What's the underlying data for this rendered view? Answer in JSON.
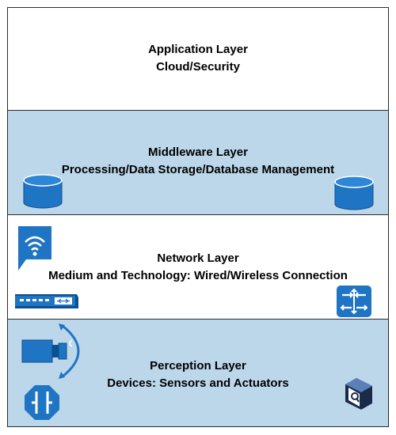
{
  "layers": [
    {
      "title": "Application Layer",
      "subtitle": "Cloud/Security"
    },
    {
      "title": "Middleware Layer",
      "subtitle": "Processing/Data Storage/Database Management"
    },
    {
      "title": "Network Layer",
      "subtitle": "Medium and Technology: Wired/Wireless Connection"
    },
    {
      "title": "Perception Layer",
      "subtitle": "Devices: Sensors and Actuators"
    }
  ],
  "colors": {
    "layer_fill": "#bcd7ea",
    "icon_blue": "#1f75c4",
    "icon_dark_blue": "#0b4f8f",
    "border": "#2b2b2b"
  },
  "icons": [
    "database-icon",
    "database-icon",
    "wireless-callout-icon",
    "network-switch-icon",
    "router-icon",
    "camera-sensor-icon",
    "actuator-icon",
    "search-tool-icon"
  ]
}
